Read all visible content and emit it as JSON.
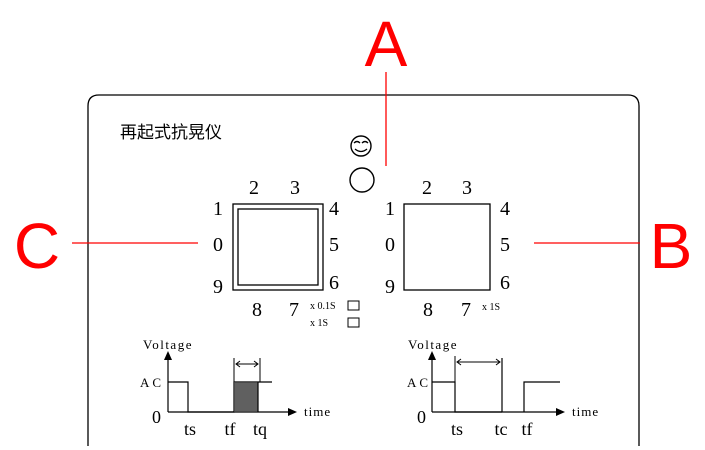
{
  "panel": {
    "title": "再起式抗晃仪"
  },
  "callouts": {
    "a": "A",
    "b": "B",
    "c": "C",
    "color": "#ff0000"
  },
  "dial_left": {
    "numbers": [
      "0",
      "1",
      "2",
      "3",
      "4",
      "5",
      "6",
      "7",
      "8",
      "9"
    ],
    "range_options": [
      "x 0.1S",
      "x 1S"
    ]
  },
  "dial_right": {
    "numbers": [
      "0",
      "1",
      "2",
      "3",
      "4",
      "5",
      "6",
      "7",
      "8",
      "9"
    ],
    "range_label": "x 1S"
  },
  "chart_left": {
    "y_label": "Voltage",
    "level_label": "AC",
    "origin_label": "0",
    "x_label": "time",
    "ticks": [
      "ts",
      "tf",
      "tq"
    ]
  },
  "chart_right": {
    "y_label": "Voltage",
    "level_label": "AC",
    "origin_label": "0",
    "x_label": "time",
    "ticks": [
      "ts",
      "tc",
      "tf"
    ]
  }
}
